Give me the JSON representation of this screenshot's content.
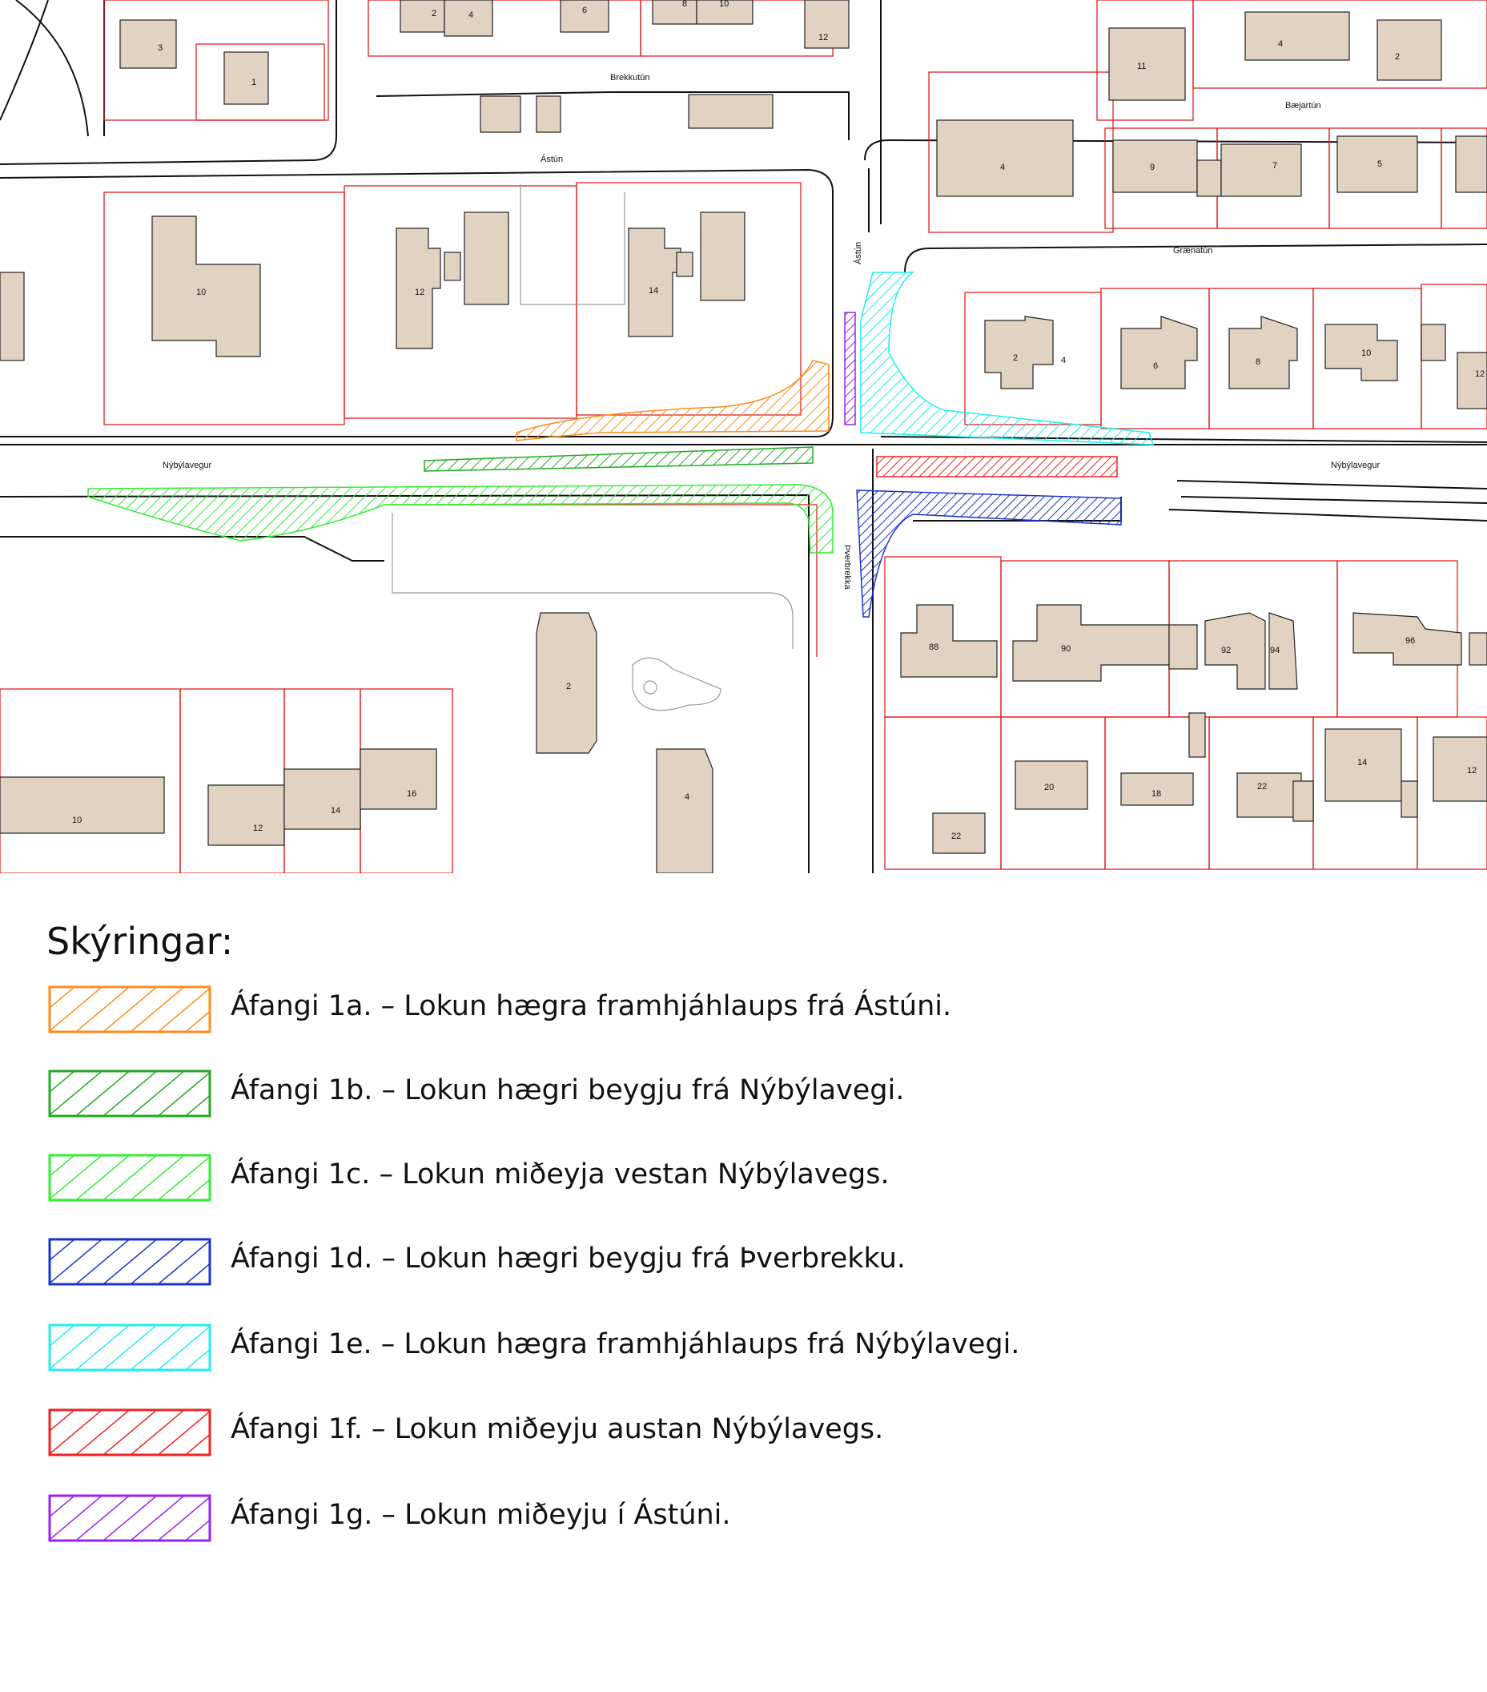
{
  "map": {
    "streets": {
      "brekkutun": "Brekkutún",
      "astun_top": "Ástún",
      "astun_vertical": "Ástún",
      "baejartun": "Bæjartún",
      "graenatun": "Grænatún",
      "nybylavegur_west": "Nýbýlavegur",
      "nybylavegur_east": "Nýbýlavegur",
      "thverbrekka": "Þverbrekka"
    },
    "house_numbers": [
      "3",
      "1",
      "2",
      "4",
      "6",
      "8",
      "10",
      "12",
      "11",
      "4",
      "2",
      "4",
      "9",
      "7",
      "5",
      "10",
      "12",
      "14",
      "2",
      "4",
      "6",
      "8",
      "10",
      "12",
      "88",
      "90",
      "92",
      "94",
      "96",
      "2",
      "4",
      "10",
      "12",
      "14",
      "16",
      "20",
      "18",
      "22",
      "14",
      "12",
      "22"
    ]
  },
  "legend": {
    "title": "Skýringar:",
    "items": [
      {
        "label": "Áfangi 1a. – Lokun hægra framhjáhlaups frá Ástúni.",
        "color": "#ff8c1a"
      },
      {
        "label": "Áfangi 1b. – Lokun hægri beygju frá Nýbýlavegi.",
        "color": "#22aa22"
      },
      {
        "label": "Áfangi 1c. – Lokun miðeyja vestan Nýbýlavegs.",
        "color": "#33ee33"
      },
      {
        "label": "Áfangi 1d. – Lokun hægri beygju frá Þverbrekku.",
        "color": "#1a33cc"
      },
      {
        "label": "Áfangi 1e. – Lokun hægra framhjáhlaups frá Nýbýlavegi.",
        "color": "#22eeee"
      },
      {
        "label": "Áfangi 1f. – Lokun miðeyju austan Nýbýlavegs.",
        "color": "#ee2222"
      },
      {
        "label": "Áfangi 1g. – Lokun miðeyju í Ástúni.",
        "color": "#9922ee"
      }
    ]
  }
}
